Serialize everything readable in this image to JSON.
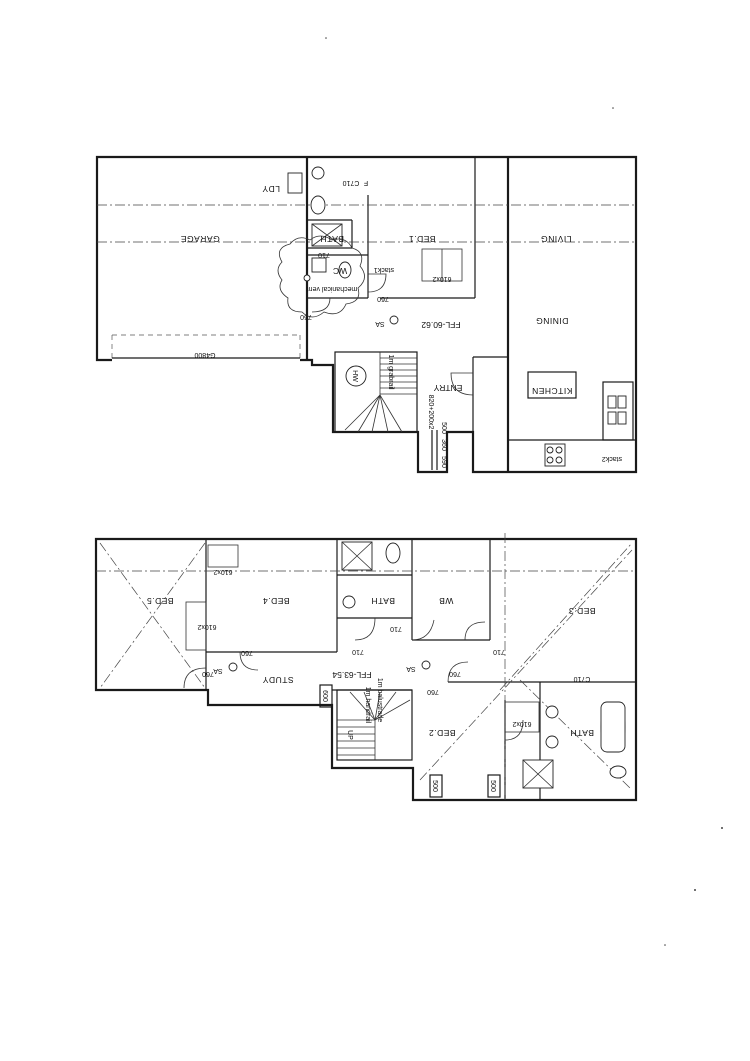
{
  "ground_floor": {
    "rooms": {
      "garage": "GARAGE",
      "ldy": "LDY",
      "bath": "BATH",
      "bed1": "BED.1",
      "living": "LIVING",
      "dining": "DINING",
      "kitchen": "KITCHEN",
      "wc": "WC",
      "entry": "ENTRY"
    },
    "annotations": {
      "door_c710": "C710",
      "robe_f": "F",
      "robe_610x2": "610x2",
      "door_710": "710",
      "stack1": "stack1",
      "mech_vent": "mechanical vent",
      "door_760_a": "760",
      "door_760_b": "760",
      "sa": "SA",
      "ffl": "FFL-60.62",
      "garage_door": "G4800",
      "grabrail": "1m grabrail",
      "hw": "HW",
      "entry_door": "820+200x2",
      "window_1": "500",
      "window_2": "360",
      "window_3": "590",
      "stack2": "stack2"
    }
  },
  "first_floor": {
    "rooms": {
      "bed5": "BED.5",
      "bed4": "BED.4",
      "bath": "BATH",
      "wb": "WB",
      "bed3": "BED.3",
      "study": "STUDY",
      "bed2": "BED.2",
      "ensuite_bath": "BATH"
    },
    "annotations": {
      "robe_610x2_a": "610x2",
      "robe_610x2_b": "610x2",
      "robe_610x2_c": "610x2",
      "door_760_a": "760",
      "door_760_b": "760",
      "door_760_c": "760",
      "door_760_d": "760",
      "door_710_a": "710",
      "door_710_b": "710",
      "door_710_c": "710",
      "door_c710": "C710",
      "sa_a": "SA",
      "sa_b": "SA",
      "ffl": "FFL-63.54",
      "balustrade": "1m balustrade",
      "handrail": "1m handrail",
      "up": "UP",
      "window_600": "600",
      "window_500_a": "500",
      "window_500_b": "500"
    }
  }
}
